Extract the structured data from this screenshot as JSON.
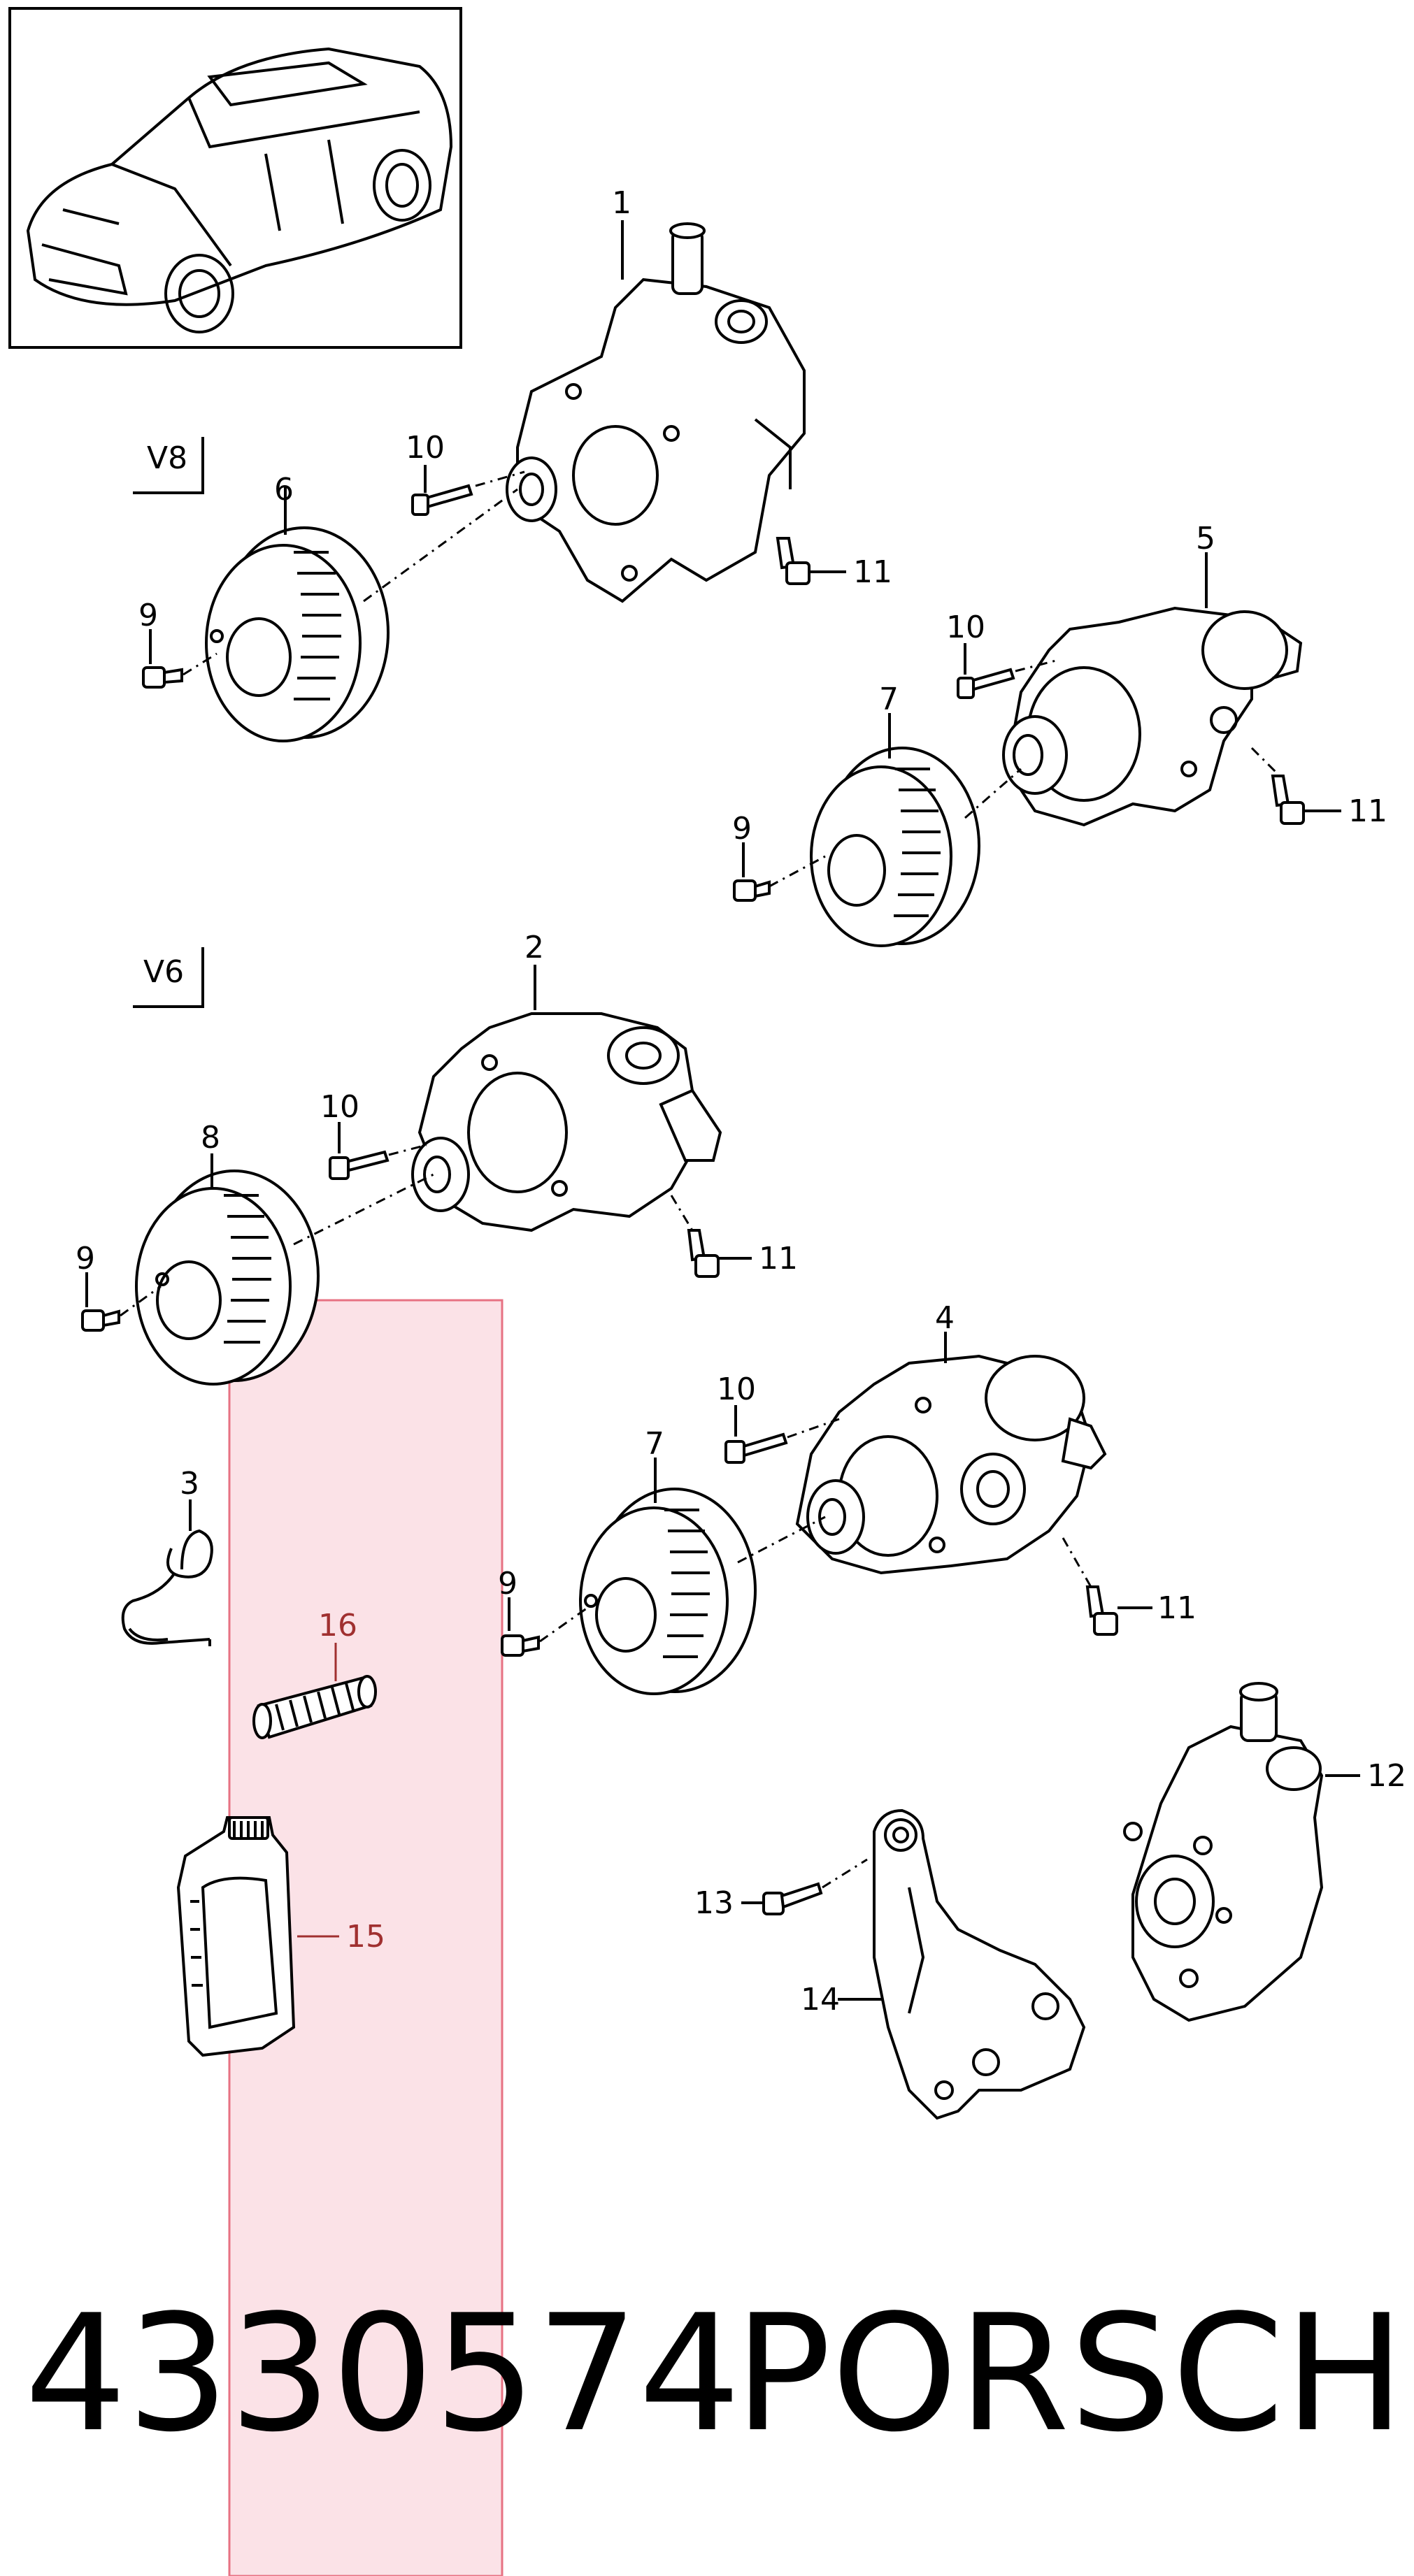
{
  "callouts": {
    "c1": "1",
    "c2": "2",
    "c3": "3",
    "c4": "4",
    "c5": "5",
    "c6": "6",
    "c7a": "7",
    "c7b": "7",
    "c8": "8",
    "c9a": "9",
    "c9b": "9",
    "c9c": "9",
    "c9d": "9",
    "c10a": "10",
    "c10b": "10",
    "c10c": "10",
    "c10d": "10",
    "c11a": "11",
    "c11b": "11",
    "c11c": "11",
    "c11d": "11",
    "c12": "12",
    "c13": "13",
    "c14": "14",
    "c15": "15",
    "c16": "16"
  },
  "variants": {
    "v8": "V8",
    "v6": "V6"
  },
  "footer": {
    "part_number": "4330574",
    "brand": "PORSCHE"
  },
  "colors": {
    "highlight_fill": "#fbdde3",
    "highlight_stroke": "#e35a6e",
    "muted_label": "#a03030"
  }
}
